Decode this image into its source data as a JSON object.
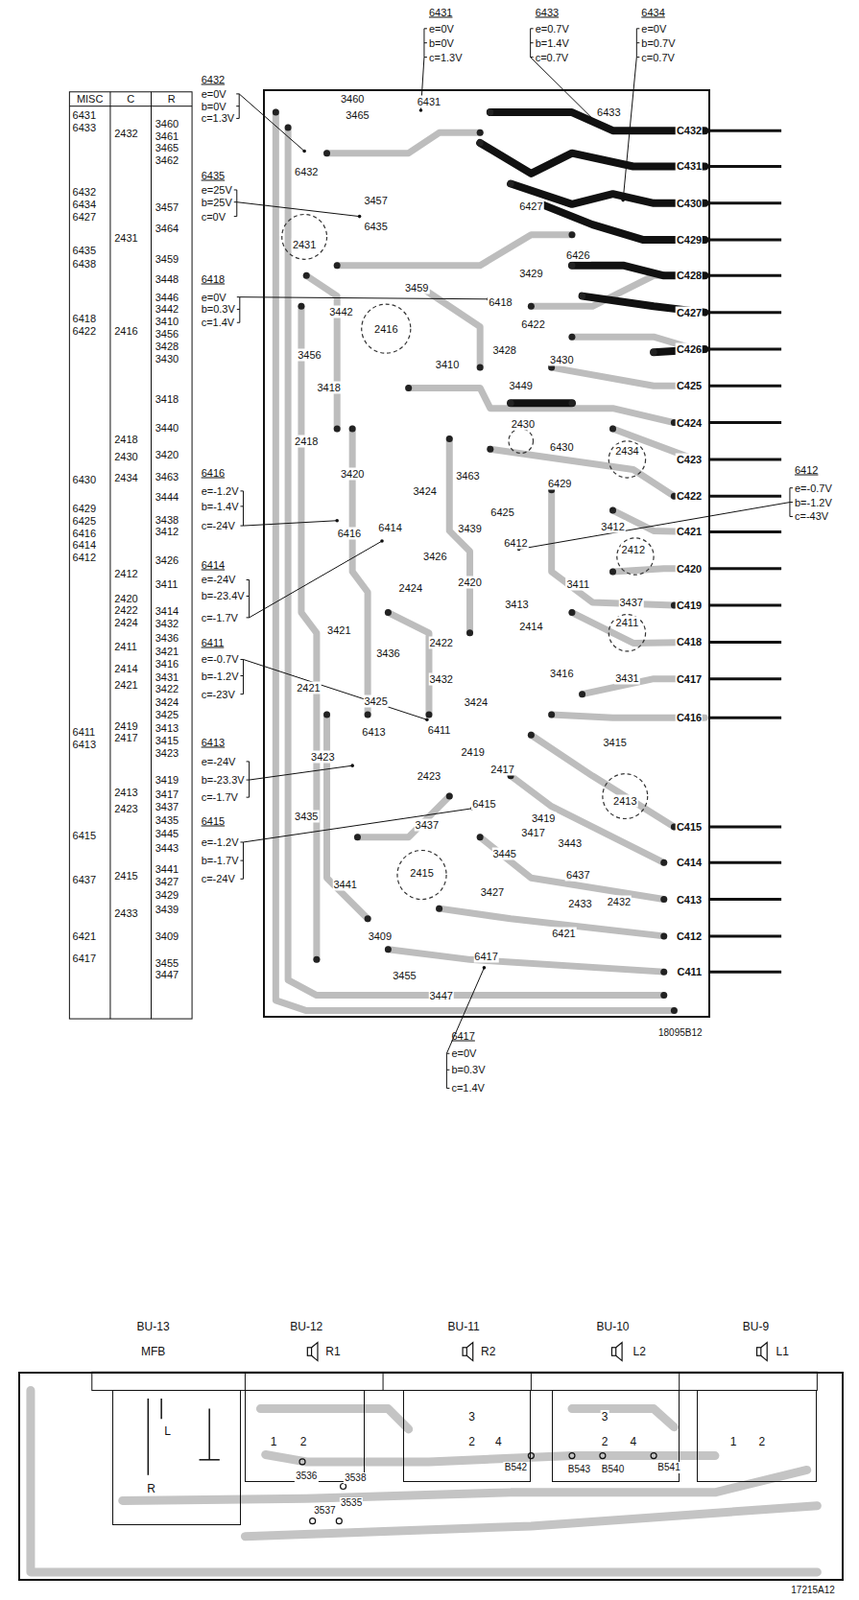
{
  "diagram": {
    "nodes": [
      {
        "text": [
          "18095B12"
        ]
      },
      {
        "text": [
          "17215A12"
        ]
      },
      {
        "text": [
          "R",
          "L"
        ],
        "in": 1
      },
      {
        "text": [
          "1",
          "2"
        ],
        "in": 1
      },
      {
        "text": [
          "3",
          "2",
          "4"
        ],
        "in": 1
      },
      {
        "text": [
          "3",
          "2",
          "4"
        ],
        "in": 1
      },
      {
        "text": [
          "1",
          "2"
        ],
        "in": 1
      }
    ],
    "labels": [
      "MISC",
      "C",
      "R",
      "6431",
      "6433",
      "6432",
      "6434",
      "6427",
      "6435",
      "6438",
      "6418",
      "6422",
      "6430",
      "6429",
      "6425",
      "6416",
      "6414",
      "6412",
      "6411",
      "6413",
      "6415",
      "6437",
      "6421",
      "6417",
      "2432",
      "2431",
      "2416",
      "2418",
      "2430",
      "2434",
      "2412",
      "2420",
      "2422",
      "2424",
      "2411",
      "2414",
      "2421",
      "2419",
      "2417",
      "2413",
      "2423",
      "2415",
      "2433",
      "3460",
      "3461",
      "3465",
      "3462",
      "3457",
      "3464",
      "3459",
      "3448",
      "3446",
      "3442",
      "3410",
      "3456",
      "3428",
      "3430",
      "3418",
      "3440",
      "3420",
      "3463",
      "3444",
      "3438",
      "3412",
      "3426",
      "3411",
      "3414",
      "3432",
      "3436",
      "3421",
      "3416",
      "3431",
      "3422",
      "3424",
      "3425",
      "3413",
      "3415",
      "3423",
      "3419",
      "3417",
      "3437",
      "3435",
      "3445",
      "3443",
      "3441",
      "3427",
      "3429",
      "3439",
      "3409",
      "3455",
      "3447",
      "6432",
      "e=0V",
      "b=0V",
      "c=1.3V",
      "6435",
      "e=25V",
      "b=25V",
      "c=0V",
      "6418",
      "e=0V",
      "b=0.3V",
      "c=1.4V",
      "6416",
      "e=-1.2V",
      "b=-1.4V",
      "c=-24V",
      "6414",
      "e=-24V",
      "b=-23.4V",
      "c=-1.7V",
      "6411",
      "e=-0.7V",
      "b=-1.2V",
      "c=-23V",
      "6413",
      "e=-24V",
      "b=-23.3V",
      "c=-1.7V",
      "6415",
      "e=-1.2V",
      "b=-1.7V",
      "c=-24V",
      "6431",
      "e=0V",
      "b=0V",
      "c=1.3V",
      "6433",
      "e=0.7V",
      "b=1.4V",
      "c=0.7V",
      "6434",
      "e=0V",
      "b=0.7V",
      "c=0.7V",
      "6412",
      "e=-0.7V",
      "b=-1.2V",
      "c=-43V",
      "6417",
      "e=0V",
      "b=0.3V",
      "c=1.4V",
      "3460",
      "3465",
      "6431",
      "6433",
      "6432",
      "3457",
      "6435",
      "2431",
      "6427",
      "3459",
      "3429",
      "6426",
      "3442",
      "2416",
      "6418",
      "6422",
      "3428",
      "3430",
      "3410",
      "3456",
      "3418",
      "3449",
      "2430",
      "2418",
      "6430",
      "2434",
      "3420",
      "3463",
      "3424",
      "6429",
      "6425",
      "6416",
      "6414",
      "3439",
      "3426",
      "6412",
      "3412",
      "2412",
      "2424",
      "2420",
      "3413",
      "3411",
      "3437",
      "2411",
      "3421",
      "2422",
      "3436",
      "2414",
      "3416",
      "3431",
      "2421",
      "3425",
      "3432",
      "3424",
      "6413",
      "6411",
      "3423",
      "2419",
      "2417",
      "3415",
      "2423",
      "2413",
      "6415",
      "3437",
      "3435",
      "3419",
      "3417",
      "3443",
      "3445",
      "2415",
      "3441",
      "3427",
      "6437",
      "2433",
      "2432",
      "3409",
      "6421",
      "6417",
      "3455",
      "3447",
      "C432",
      "C431",
      "C430",
      "C429",
      "C428",
      "C427",
      "C426",
      "C425",
      "C424",
      "C423",
      "C422",
      "C421",
      "C420",
      "C419",
      "C418",
      "C417",
      "C416",
      "C415",
      "C414",
      "C413",
      "C412",
      "C411",
      "BU-13",
      "MFB",
      "BU-12",
      "R1",
      "BU-11",
      "R2",
      "BU-10",
      "L2",
      "BU-9",
      "L1",
      "3536",
      "3538",
      "3537",
      "3535",
      "B542",
      "B543",
      "B540",
      "B541"
    ]
  }
}
